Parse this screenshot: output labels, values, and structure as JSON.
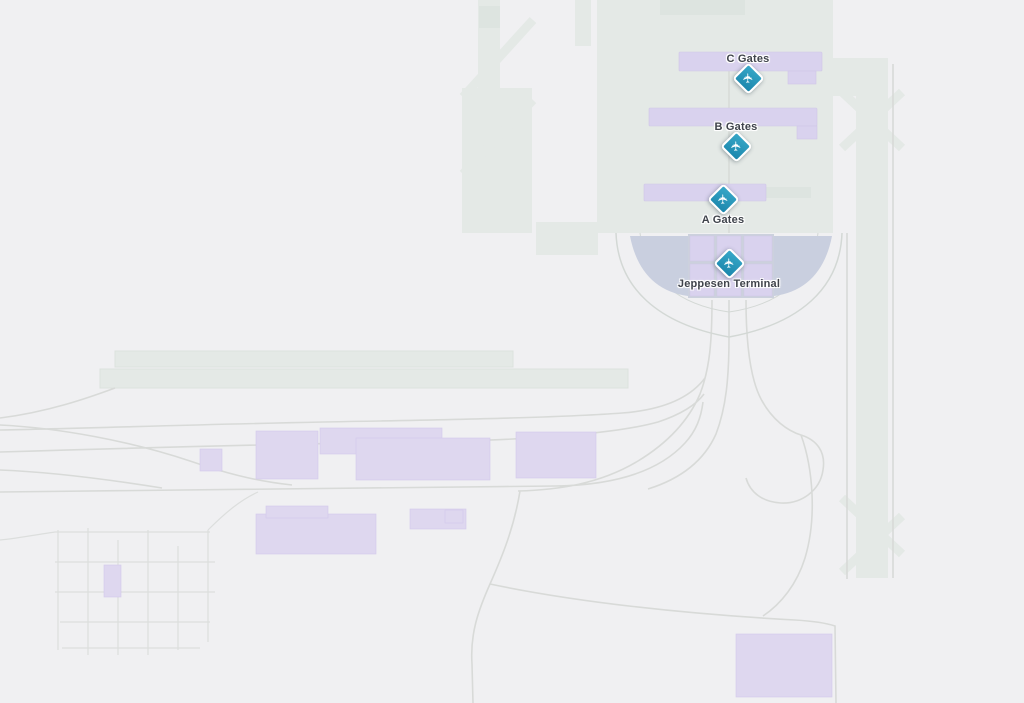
{
  "map": {
    "type": "airport-map",
    "colors": {
      "background": "#f0f0f2",
      "apron": "#e4e9e6",
      "apron_dark": "#dde4e0",
      "road": "#d8dad8",
      "building": "#ded7ef",
      "concourse_building": "#d9d2ee",
      "terminal_wing": "#c9cfdf",
      "terminal_base": "#ccd1dd",
      "marker": "#2196be",
      "marker_icon_color": "#ffffff",
      "label_text": "#3f434b"
    }
  },
  "icons": {
    "marker_glyph": "✈"
  },
  "markers": [
    {
      "name": "c-gates",
      "label": "C Gates",
      "icon": "airplane-marker-icon",
      "label_position": "above"
    },
    {
      "name": "b-gates",
      "label": "B Gates",
      "icon": "airplane-marker-icon",
      "label_position": "above"
    },
    {
      "name": "a-gates",
      "label": "A Gates",
      "icon": "airplane-marker-icon",
      "label_position": "below"
    },
    {
      "name": "jeppesen-terminal",
      "label": "Jeppesen Terminal",
      "icon": "airplane-marker-icon",
      "label_position": "below"
    }
  ]
}
